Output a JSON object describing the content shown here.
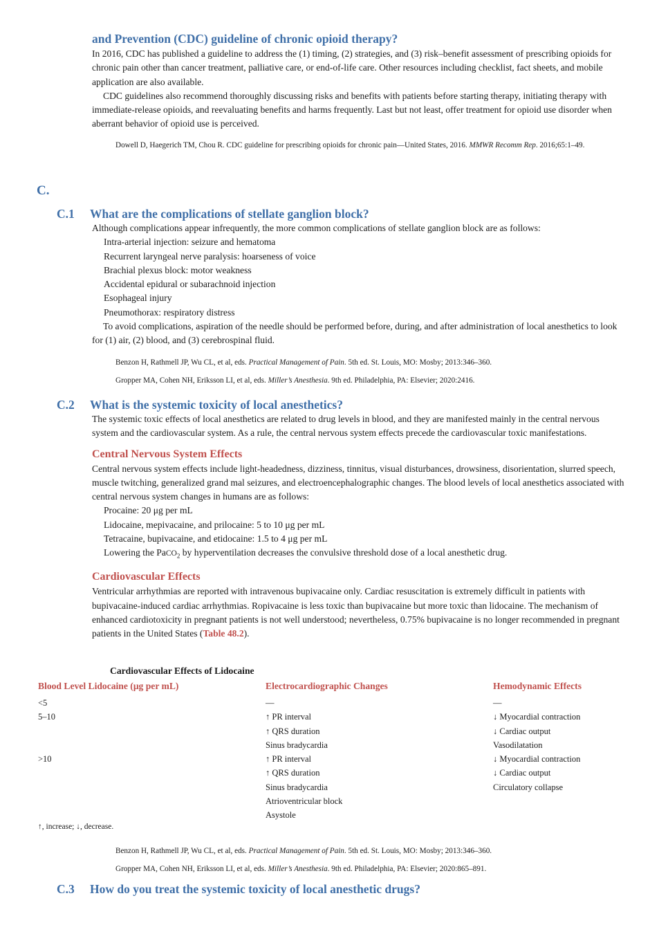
{
  "top_question": {
    "title": "and Prevention (CDC) guideline of chronic opioid therapy?",
    "p1": "In 2016, CDC has published a guideline to address the (1) timing, (2) strategies, and (3) risk–benefit assessment of prescribing opioids for chronic pain other than cancer treatment, palliative care, or end-of-life care. Other resources including checklist, fact sheets, and mobile application are also available.",
    "p2": "CDC guidelines also recommend thoroughly discussing risks and benefits with patients before starting therapy, initiating therapy with immediate-release opioids, and reevaluating benefits and harms frequently. Last but not least, offer treatment for opioid use disorder when aberrant behavior of opioid use is perceived.",
    "ref_main": "Dowell D, Haegerich TM, Chou R. CDC guideline for prescribing opioids for chronic pain—United States, 2016. ",
    "ref_journal": "MMWR Recomm Rep",
    "ref_tail": ". 2016;65:1–49."
  },
  "section_letter": "C.",
  "c1": {
    "num": "C.1",
    "title": "What are the complications of stellate ganglion block?",
    "intro": "Although complications appear infrequently, the more common complications of stellate ganglion block are as follows:",
    "items": [
      "Intra-arterial injection: seizure and hematoma",
      "Recurrent laryngeal nerve paralysis: hoarseness of voice",
      "Brachial plexus block: motor weakness",
      "Accidental epidural or subarachnoid injection",
      "Esophageal injury",
      "Pneumothorax: respiratory distress"
    ],
    "closing": "To avoid complications, aspiration of the needle should be performed before, during, and after administration of local anesthetics to look for (1) air, (2) blood, and (3) cerebrospinal fluid.",
    "ref1_a": "Benzon H, Rathmell JP, Wu CL, et al, eds. ",
    "ref1_i": "Practical Management of Pain",
    "ref1_b": ". 5th ed. St. Louis, MO: Mosby; 2013:346–360.",
    "ref2_a": "Gropper MA, Cohen NH, Eriksson LI, et al, eds. ",
    "ref2_i": "Miller’s Anesthesia",
    "ref2_b": ". 9th ed. Philadelphia, PA: Elsevier; 2020:2416."
  },
  "c2": {
    "num": "C.2",
    "title": "What is the systemic toxicity of local anesthetics?",
    "intro": "The systemic toxic effects of local anesthetics are related to drug levels in blood, and they are manifested mainly in the central nervous system and the cardiovascular system. As a rule, the central nervous system effects precede the cardiovascular toxic manifestations.",
    "cns_head": "Central Nervous System Effects",
    "cns_text": "Central nervous system effects include light-headedness, dizziness, tinnitus, visual disturbances, drowsiness, disorientation, slurred speech, muscle twitching, generalized grand mal seizures, and electroencephalographic changes. The blood levels of local anesthetics associated with central nervous system changes in humans are as follows:",
    "cns_items": [
      "Procaine: 20 μg per mL",
      "Lidocaine, mepivacaine, and prilocaine: 5 to 10 μg per mL",
      "Tetracaine, bupivacaine, and etidocaine: 1.5 to 4 μg per mL"
    ],
    "paco2_a": "Lowering the Pa",
    "paco2_b": "CO",
    "paco2_sub": "2",
    "paco2_c": " by hyperventilation decreases the convulsive threshold dose of a local anesthetic drug.",
    "cv_head": "Cardiovascular Effects",
    "cv_text": "Ventricular arrhythmias are reported with intravenous bupivacaine only. Cardiac resuscitation is extremely difficult in patients with bupivacaine-induced cardiac arrhythmias. Ropivacaine is less toxic than bupivacaine but more toxic than lidocaine. The mechanism of enhanced cardiotoxicity in pregnant patients is not well understood; nevertheless, 0.75% bupivacaine is no longer recommended in pregnant patients in the United States (",
    "cv_tref": "Table 48.2",
    "cv_end": ")."
  },
  "table": {
    "caption": "Cardiovascular Effects of Lidocaine",
    "headers": [
      "Blood Level Lidocaine (μg per mL)",
      "Electrocardiographic Changes",
      "Hemodynamic Effects"
    ],
    "rows": [
      [
        "<5",
        "—",
        "—"
      ],
      [
        "5–10",
        "↑ PR interval",
        "↓ Myocardial contraction"
      ],
      [
        "",
        "↑ QRS duration",
        "↓ Cardiac output"
      ],
      [
        "",
        "Sinus bradycardia",
        "Vasodilatation"
      ],
      [
        ">10",
        "↑ PR interval",
        "↓ Myocardial contraction"
      ],
      [
        "",
        "↑ QRS duration",
        "↓ Cardiac output"
      ],
      [
        "",
        "Sinus bradycardia",
        "Circulatory collapse"
      ],
      [
        "",
        "Atrioventricular block",
        ""
      ],
      [
        "",
        "Asystole",
        ""
      ]
    ],
    "footnote": "↑, increase; ↓, decrease."
  },
  "c2_refs": {
    "ref1_a": "Benzon H, Rathmell JP, Wu CL, et al, eds. ",
    "ref1_i": "Practical Management of Pain",
    "ref1_b": ". 5th ed. St. Louis, MO: Mosby; 2013:346–360.",
    "ref2_a": "Gropper MA, Cohen NH, Eriksson LI, et al, eds. ",
    "ref2_i": "Miller’s Anesthesia",
    "ref2_b": ". 9th ed. Philadelphia, PA: Elsevier; 2020:865–891."
  },
  "c3": {
    "num": "C.3",
    "title": "How do you treat the systemic toxicity of local anesthetic drugs?"
  }
}
